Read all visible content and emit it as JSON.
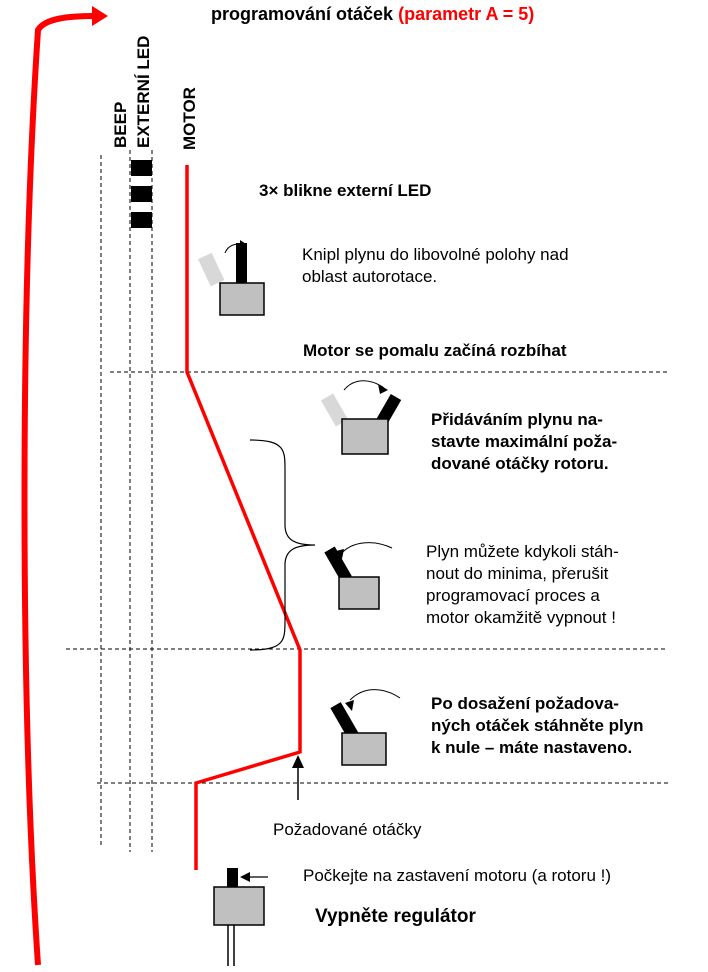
{
  "title": {
    "main": "programování otáček",
    "param": "(parametr A = 5)"
  },
  "channels": {
    "beep": "BEEP",
    "external_led": "EXTERNÍ LED",
    "motor": "MOTOR"
  },
  "steps": {
    "led_blink": "3× blikne externí LED",
    "throttle_up": [
      "Knipl plynu do libovolné polohy nad",
      "oblast autorotace."
    ],
    "motor_start": "Motor se pomalu začíná rozbíhat",
    "add_throttle": [
      "Přidáváním plynu na-",
      "stavte maximální poža-",
      "dované otáčky rotoru."
    ],
    "abort_note": [
      "Plyn můžete kdykoli stáh-",
      "nout do minima, přerušit",
      "programovací proces a",
      "motor okamžitě vypnout !"
    ],
    "finish": [
      "Po dosažení požadova-",
      "ných otáček stáhněte plyn",
      "k nule – máte nastaveno."
    ],
    "target_rpm": "Požadované otáčky",
    "wait_stop": "Počkejte na zastavení motoru (a rotoru !)",
    "switch_off": "Vypněte regulátor"
  },
  "colors": {
    "motor_line": "#ff0000",
    "title_param": "#ff0000",
    "stick_body": "#c0c0c0",
    "stick_ghost": "#d8d8d8"
  }
}
